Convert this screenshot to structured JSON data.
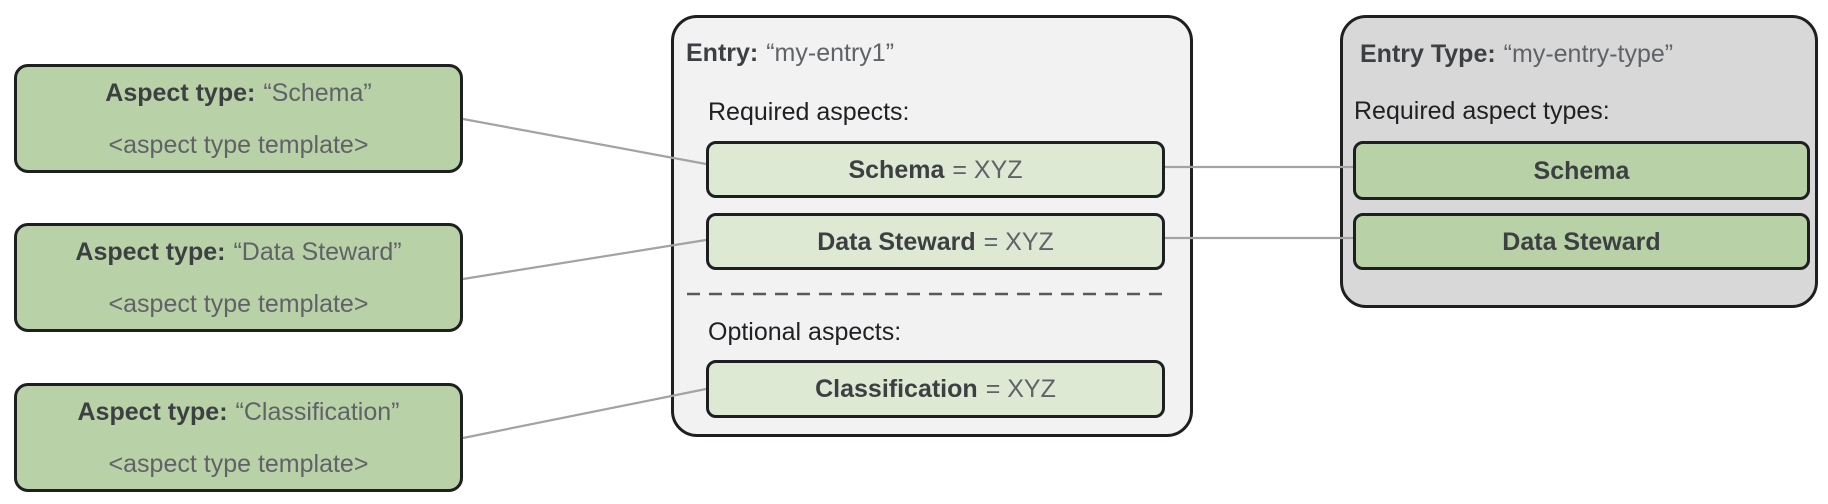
{
  "aspect_types": [
    {
      "label": "Aspect type:",
      "name": "“Schema”",
      "template": "<aspect type template>"
    },
    {
      "label": "Aspect type:",
      "name": "“Data Steward”",
      "template": "<aspect type template>"
    },
    {
      "label": "Aspect type:",
      "name": "“Classification”",
      "template": "<aspect type template>"
    }
  ],
  "entry": {
    "label": "Entry:",
    "name": "“my-entry1”",
    "required_heading": "Required aspects:",
    "required_aspects": [
      {
        "name": "Schema",
        "value": "= XYZ"
      },
      {
        "name": "Data Steward",
        "value": "= XYZ"
      }
    ],
    "optional_heading": "Optional aspects:",
    "optional_aspects": [
      {
        "name": "Classification",
        "value": "= XYZ"
      }
    ]
  },
  "entry_type": {
    "label": "Entry Type:",
    "name": "“my-entry-type”",
    "required_heading": "Required aspect types:",
    "required_aspect_types": [
      "Schema",
      "Data Steward"
    ]
  },
  "colors": {
    "aspect_green": "#b9d1a7",
    "aspect_green_soft": "#dde9d3",
    "entry_panel_gray": "#f2f2f3",
    "entry_type_panel_gray": "#d8d8d8",
    "border_dark": "#1d1f21",
    "connector_gray": "#a3a3a3",
    "heading_text": "#202124",
    "bold_text": "#3c4043",
    "muted_text": "#5f6368"
  }
}
